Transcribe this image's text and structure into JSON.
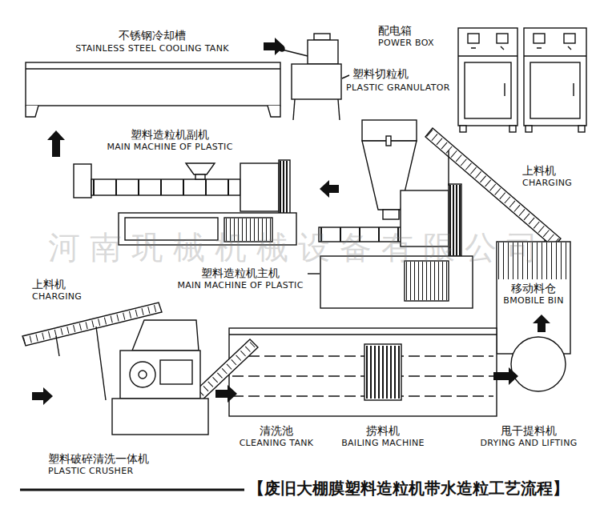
{
  "diagram": {
    "caption": "【废旧大棚膜塑料造粒机带水造粒工艺流程】",
    "nodes": [
      {
        "text": [
          "不锈钢冷却槽",
          "STAINLESS STEEL COOLING TANK"
        ]
      },
      {
        "text": [
          "塑料切粒机",
          "PLASTIC GRANULATOR"
        ]
      },
      {
        "text": [
          "配电箱",
          "POWER BOX"
        ]
      },
      {
        "text": [
          "塑料造粒机副机",
          "MAIN MACHINE OF PLASTIC"
        ]
      },
      {
        "text": [
          "上料机",
          "CHARGING"
        ]
      },
      {
        "text": [
          "塑料造粒机主机",
          "MAIN MACHINE OF PLASTIC"
        ]
      },
      {
        "text": [
          "移动料仓",
          "BMOBILE BIN"
        ]
      },
      {
        "text": [
          "上料机",
          "CHARGING"
        ]
      },
      {
        "text": [
          "清洗池",
          "CLEANING TANK"
        ]
      },
      {
        "text": [
          "捞料机",
          "BAILING MACHINE"
        ],
        "in": 8
      },
      {
        "text": [
          "甩干提料机",
          "DRYING AND LIFTING"
        ]
      },
      {
        "text": [
          "塑料破碎清洗一体机",
          "PLASTIC CRUSHER"
        ]
      }
    ],
    "edges": [
      {
        "from": 11,
        "to": 8,
        "arrow": "to"
      },
      {
        "from": 8,
        "to": 10,
        "arrow": "to"
      },
      {
        "from": 10,
        "to": 6,
        "arrow": "to"
      },
      {
        "from": 5,
        "to": 3,
        "arrow": "to"
      },
      {
        "from": 3,
        "to": 0,
        "arrow": "to"
      },
      {
        "from": 0,
        "to": 1,
        "arrow": "to"
      }
    ],
    "labels": [
      "河南巩械机械设备有限公司"
    ]
  }
}
